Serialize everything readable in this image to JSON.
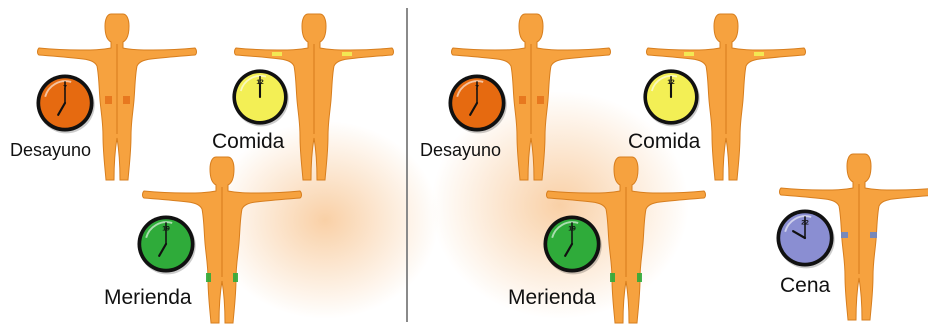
{
  "colors": {
    "skin": "#f6a23f",
    "skin_shadow": "#d77e1e",
    "background_glow": "#f9d0a6",
    "divider": "#8a8a8a",
    "clock_rim": "#111111"
  },
  "panels": [
    {
      "id": "left",
      "meals": [
        {
          "key": "desayuno",
          "label": "Desayuno",
          "clock_color": "#e66a10",
          "clock_number": "7",
          "hour": 7,
          "site_color": "#e6731c",
          "site_icon": "abdomen"
        },
        {
          "key": "comida",
          "label": "Comida",
          "clock_color": "#f3ef55",
          "clock_number": "12",
          "hour": 12,
          "site_color": "#f3ef55",
          "site_icon": "arm"
        },
        {
          "key": "merienda",
          "label": "Merienda",
          "clock_color": "#2fab3a",
          "clock_number": "19",
          "hour": 19,
          "site_color": "#2fab3a",
          "site_icon": "thigh"
        }
      ]
    },
    {
      "id": "right",
      "meals": [
        {
          "key": "desayuno",
          "label": "Desayuno",
          "clock_color": "#e66a10",
          "clock_number": "7",
          "hour": 7,
          "site_color": "#e6731c",
          "site_icon": "abdomen"
        },
        {
          "key": "comida",
          "label": "Comida",
          "clock_color": "#f3ef55",
          "clock_number": "12",
          "hour": 12,
          "site_color": "#f3ef55",
          "site_icon": "arm"
        },
        {
          "key": "merienda",
          "label": "Merienda",
          "clock_color": "#2fab3a",
          "clock_number": "19",
          "hour": 19,
          "site_color": "#2fab3a",
          "site_icon": "thigh"
        },
        {
          "key": "cena",
          "label": "Cena",
          "clock_color": "#8a8ed2",
          "clock_number": "22",
          "hour": 22,
          "site_color": "#6b86c6",
          "site_icon": "buttocks"
        }
      ]
    }
  ]
}
